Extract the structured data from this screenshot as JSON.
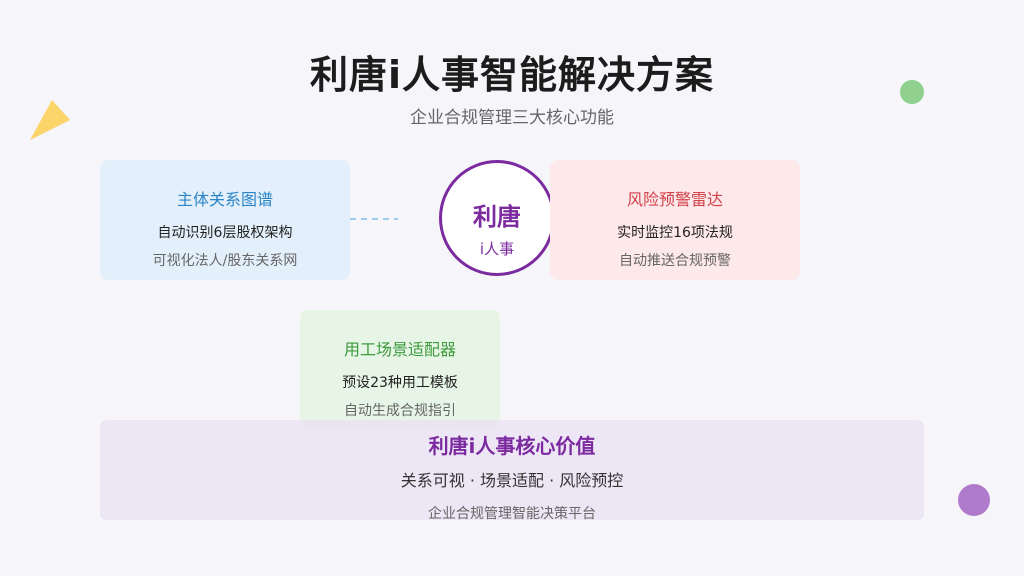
{
  "header": {
    "title": "利唐i人事智能解决方案",
    "subtitle": "企业合规管理三大核心功能"
  },
  "hub": {
    "main": "利唐",
    "sub": "i人事"
  },
  "cards": [
    {
      "title": "主体关系图谱",
      "line1": "自动识别6层股权架构",
      "line2": "可视化法人/股东关系网",
      "accent": "#2a84c6"
    },
    {
      "title": "风险预警雷达",
      "line1": "实时监控16项法规",
      "line2": "自动推送合规预警",
      "accent": "#d2404a"
    },
    {
      "title": "用工场景适配器",
      "line1": "预设23种用工模板",
      "line2": "自动生成合规指引",
      "accent": "#3d9a3d"
    }
  ],
  "banner": {
    "title": "利唐i人事核心价值",
    "subtitle": "关系可视 · 场景适配 · 风险预控",
    "footer": "企业合规管理智能决策平台"
  },
  "colors": {
    "brand": "#7b2aa0",
    "background": "#f6f6fa"
  }
}
